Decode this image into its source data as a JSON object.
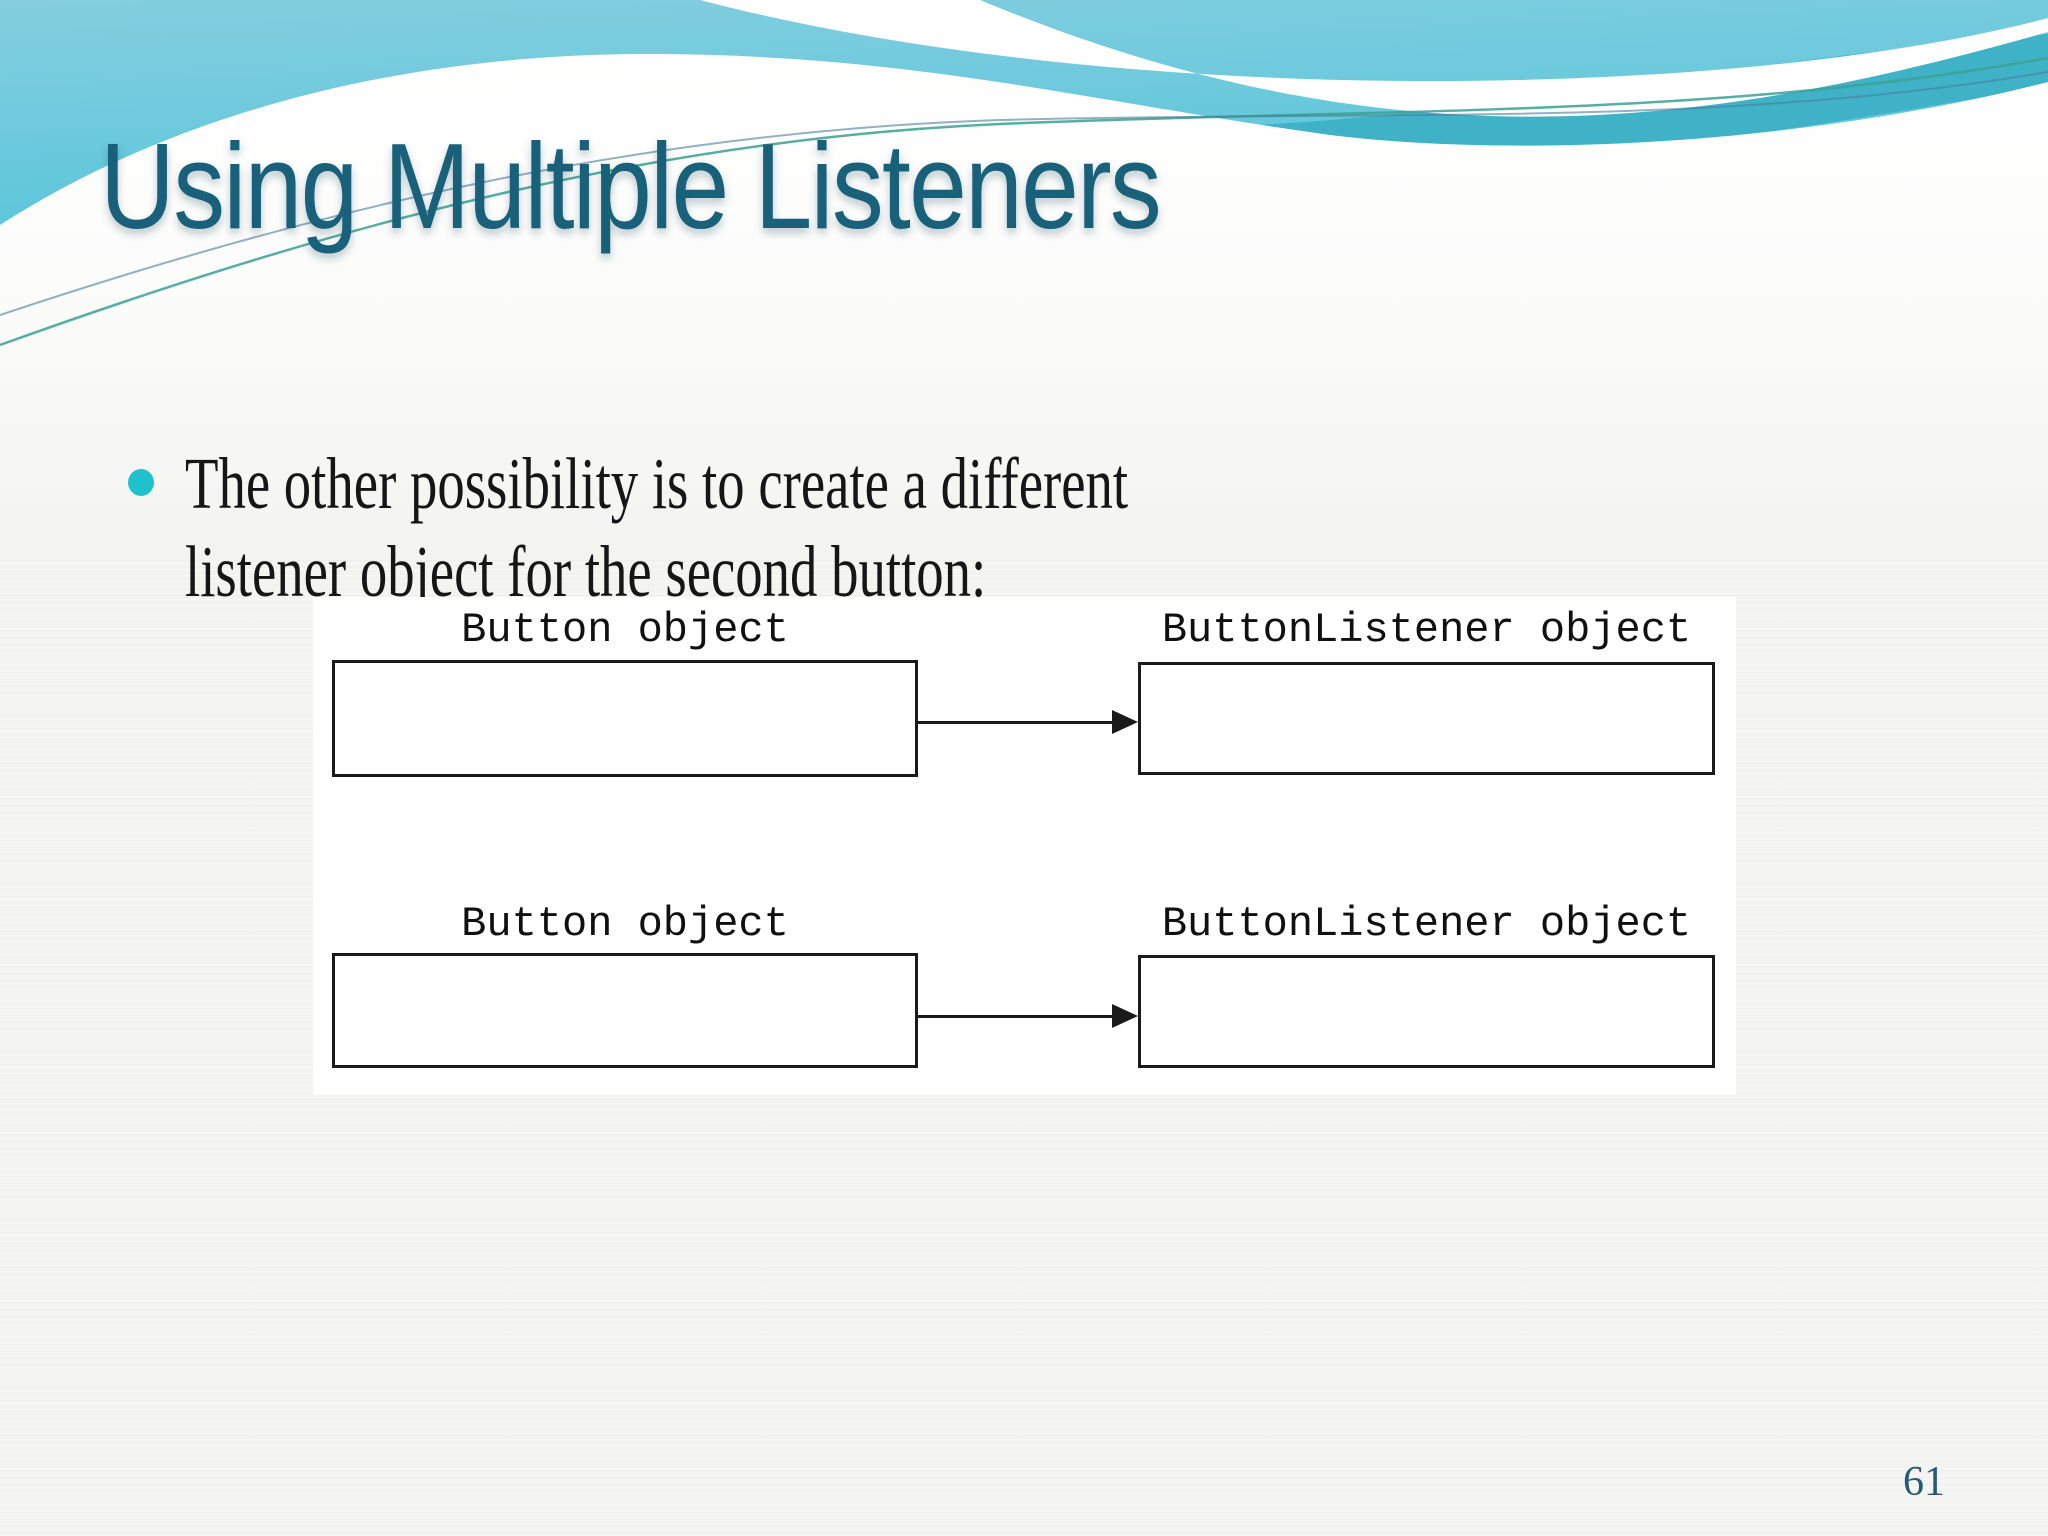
{
  "slide": {
    "title": "Using Multiple Listeners",
    "bullet": {
      "lines": [
        "The other possibility is to create a different",
        "listener object for the second button:"
      ]
    },
    "page_number": "61"
  },
  "diagram": {
    "rows": [
      {
        "left_label": "Button object",
        "right_label": "ButtonListener object"
      },
      {
        "left_label": "Button object",
        "right_label": "ButtonListener object"
      }
    ]
  },
  "colors": {
    "title_text": "#19607a",
    "bullet_marker": "#1fc2cc",
    "body_text": "#161616",
    "page_number": "#265a75",
    "wave_sky_light": "#84cedf",
    "wave_turquoise": "#43c2d8",
    "wave_band_teal": "#3fb2c8",
    "accent_line_green": "#3aa190",
    "accent_line_blue": "#4a7d9b",
    "diagram_background": "#ffffff",
    "slide_background": "#f3f3f0"
  }
}
